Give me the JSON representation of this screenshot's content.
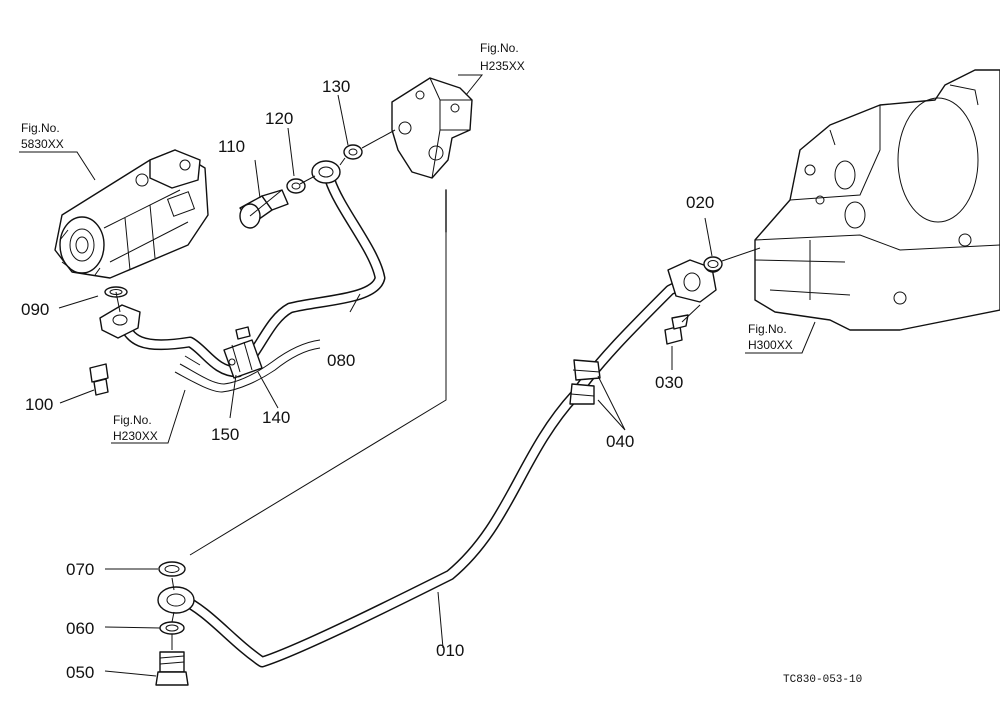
{
  "parts": {
    "p010": "010",
    "p020": "020",
    "p030": "030",
    "p040": "040",
    "p050": "050",
    "p060": "060",
    "p070": "070",
    "p080": "080",
    "p090": "090",
    "p100": "100",
    "p110": "110",
    "p120": "120",
    "p130": "130",
    "p140": "140",
    "p150": "150"
  },
  "figure_refs": {
    "pump": {
      "label": "Fig.No.",
      "number": "5830XX"
    },
    "valve": {
      "label": "Fig.No.",
      "number": "H235XX"
    },
    "housing": {
      "label": "Fig.No.",
      "number": "H300XX"
    },
    "hose": {
      "label": "Fig.No.",
      "number": "H230XX"
    }
  },
  "drawing_code": "TC830-053-10"
}
